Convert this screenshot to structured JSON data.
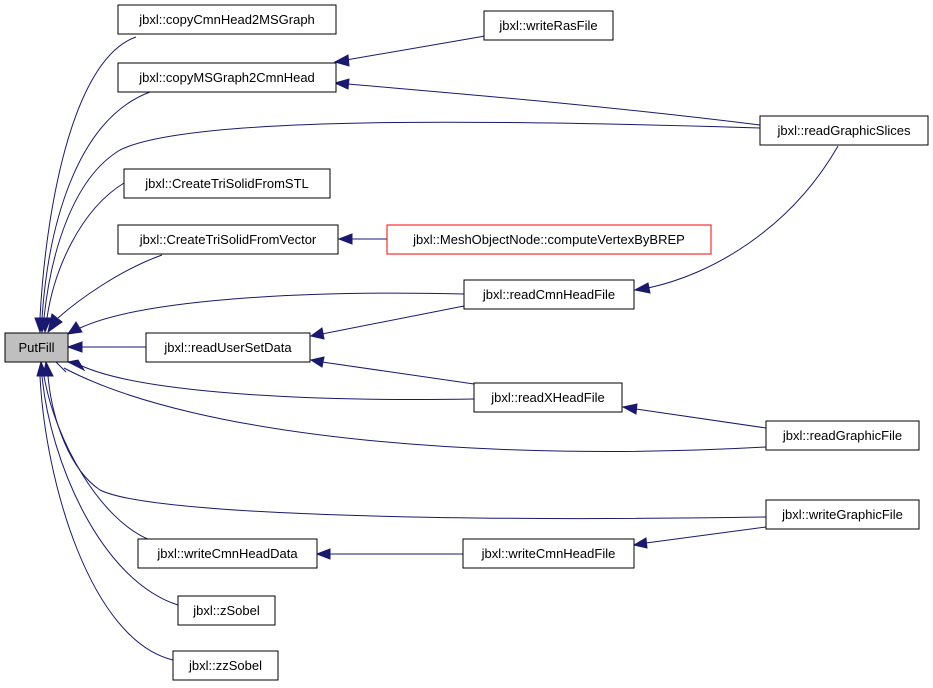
{
  "nodes": {
    "putfill": "PutFill",
    "copyCmnHead2MSGraph": "jbxl::copyCmnHead2MSGraph",
    "copyMSGraph2CmnHead": "jbxl::copyMSGraph2CmnHead",
    "writeRasFile": "jbxl::writeRasFile",
    "readGraphicSlices": "jbxl::readGraphicSlices",
    "createTriSolidFromSTL": "jbxl::CreateTriSolidFromSTL",
    "createTriSolidFromVector": "jbxl::CreateTriSolidFromVector",
    "computeVertexByBREP": "jbxl::MeshObjectNode::computeVertexByBREP",
    "readCmnHeadFile": "jbxl::readCmnHeadFile",
    "readUserSetData": "jbxl::readUserSetData",
    "readXHeadFile": "jbxl::readXHeadFile",
    "readGraphicFile": "jbxl::readGraphicFile",
    "writeGraphicFile": "jbxl::writeGraphicFile",
    "writeCmnHeadData": "jbxl::writeCmnHeadData",
    "writeCmnHeadFile": "jbxl::writeCmnHeadFile",
    "zSobel": "jbxl::zSobel",
    "zzSobel": "jbxl::zzSobel"
  },
  "colors": {
    "edge": "#191970",
    "root_fill": "#bfbfbf",
    "highlight_border": "#ff0000"
  }
}
